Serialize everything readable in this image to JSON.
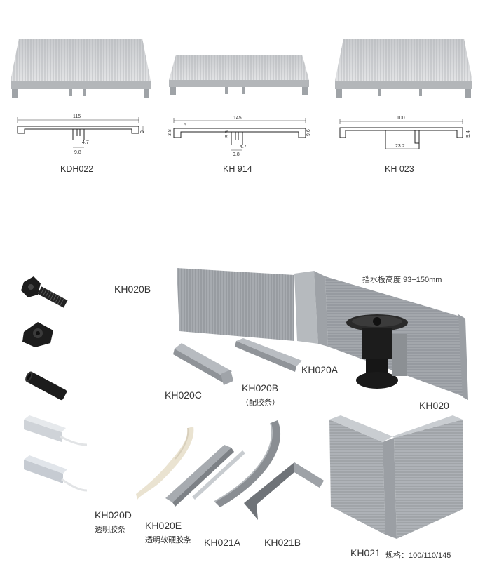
{
  "profiles": [
    {
      "model": "KDH022",
      "dims": {
        "width": "115",
        "height": "9",
        "slot": "4.7",
        "gap": "9.8"
      }
    },
    {
      "model": "KH 914",
      "dims": {
        "width": "145",
        "lip": "5",
        "left_h": "3.8",
        "height": "9.6",
        "slot_h": "9.6",
        "slot": "4.7",
        "gap": "9.8"
      }
    },
    {
      "model": "KH 023",
      "dims": {
        "width": "100",
        "height": "9.4",
        "gap": "23.2"
      }
    }
  ],
  "parts": {
    "kh020b_top": "KH020B",
    "water_note": "挡水板高度 93−150mm",
    "kh020a": "KH020A",
    "kh020c": "KH020C",
    "kh020b_mid": "KH020B",
    "kh020b_mid_note": "（配胶条）",
    "kh020": "KH020",
    "kh020d": "KH020D",
    "kh020d_note": "透明胶条",
    "kh020e": "KH020E",
    "kh020e_note": "透明软硬胶条",
    "kh021a": "KH021A",
    "kh021b": "KH021B",
    "kh021": "KH021",
    "kh021_note": "规格：100/110/145"
  },
  "colors": {
    "aluminum_light": "#d4d6d8",
    "aluminum_mid": "#b9bcbf",
    "aluminum_dark": "#8c9094",
    "plinth_grey": "#9a9ea3",
    "black_part": "#1c1c1c"
  }
}
